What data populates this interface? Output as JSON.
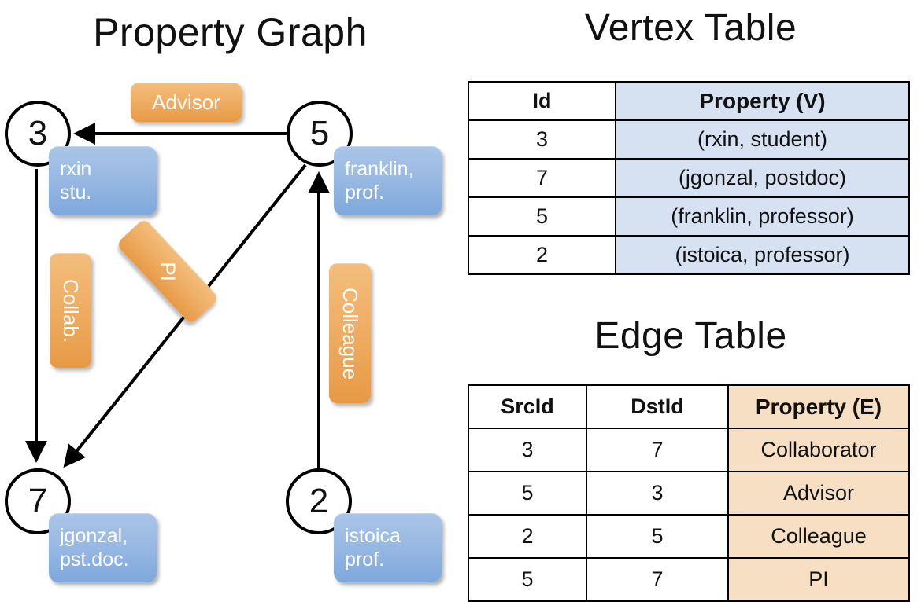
{
  "titles": {
    "property_graph": "Property Graph",
    "vertex_table": "Vertex Table",
    "edge_table": "Edge Table"
  },
  "graph": {
    "nodes": [
      {
        "id": "3",
        "label": "3",
        "name": "rxin",
        "role": "stu.",
        "prop_line1": "rxin",
        "prop_line2": "stu."
      },
      {
        "id": "5",
        "label": "5",
        "name": "franklin",
        "role": "prof.",
        "prop_line1": "franklin,",
        "prop_line2": "prof."
      },
      {
        "id": "7",
        "label": "7",
        "name": "jgonzal",
        "role": "pst.doc.",
        "prop_line1": "jgonzal,",
        "prop_line2": "pst.doc."
      },
      {
        "id": "2",
        "label": "2",
        "name": "istoica",
        "role": "prof.",
        "prop_line1": "istoica",
        "prop_line2": "prof."
      }
    ],
    "edge_labels": [
      {
        "key": "advisor",
        "text": "Advisor"
      },
      {
        "key": "collab",
        "text": "Collab."
      },
      {
        "key": "pi",
        "text": "PI"
      },
      {
        "key": "colleague",
        "text": "Colleague"
      }
    ]
  },
  "vertex_table": {
    "headers": [
      "Id",
      "Property (V)"
    ],
    "rows": [
      {
        "id": "3",
        "property": "(rxin, student)"
      },
      {
        "id": "7",
        "property": "(jgonzal, postdoc)"
      },
      {
        "id": "5",
        "property": "(franklin, professor)"
      },
      {
        "id": "2",
        "property": "(istoica, professor)"
      }
    ]
  },
  "edge_table": {
    "headers": [
      "SrcId",
      "DstId",
      "Property (E)"
    ],
    "rows": [
      {
        "src": "3",
        "dst": "7",
        "property": "Collaborator"
      },
      {
        "src": "5",
        "dst": "3",
        "property": "Advisor"
      },
      {
        "src": "2",
        "dst": "5",
        "property": "Colleague"
      },
      {
        "src": "5",
        "dst": "7",
        "property": "PI"
      }
    ]
  },
  "colors": {
    "vertex_property_fill": "#d6e1f2",
    "edge_property_fill": "#f7dfc4",
    "node_box_blue": "#8fb4e0",
    "edge_label_orange": "#eda94f",
    "stroke": "#000000"
  }
}
